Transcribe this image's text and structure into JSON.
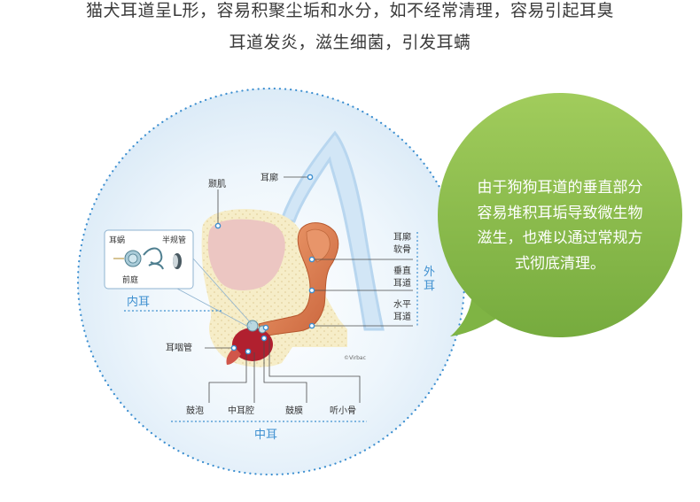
{
  "header": {
    "line1": "猫犬耳道呈L形，容易积聚尘垢和水分，如不经常清理，容易引起耳臭",
    "line2": "耳道发炎，滋生细菌，引发耳螨"
  },
  "labels": {
    "temporalis": "颞肌",
    "pinna": "耳廓",
    "pinna_cartilage": [
      "耳廓",
      "软骨"
    ],
    "vertical_canal": [
      "垂直",
      "耳道"
    ],
    "horizontal_canal": [
      "水平",
      "耳道"
    ],
    "outer_ear": [
      "外",
      "耳"
    ],
    "inner_ear": "内耳",
    "middle_ear": "中耳",
    "eustachian_tube": "耳咽管",
    "tympanic_bulla": "鼓泡",
    "middle_ear_cavity": "中耳腔",
    "eardrum": "鼓膜",
    "ossicles": "听小骨",
    "copyright": "©Virbac"
  },
  "inset": {
    "cochlea": "耳蜗",
    "semicircular_canals": "半规管",
    "vestibule": "前庭"
  },
  "bubble": {
    "lines": [
      "由于狗狗耳道的垂直部分",
      "容易堆积耳垢导致微生物",
      "滋生，也难以通过常规方",
      "式彻底清理。"
    ],
    "color": "#8cc152"
  },
  "colors": {
    "circle_bg": "#eaf4fb",
    "dots": "#3d8fd0",
    "pinna_silhouette": "#b8d6ef",
    "tissue": "#f6edc8",
    "canal": "#e08850",
    "cavity": "#b1202f",
    "accent_blue": "#3d8fd0"
  }
}
